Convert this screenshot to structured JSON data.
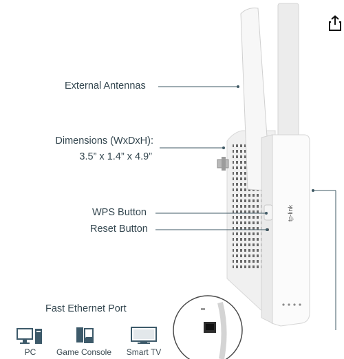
{
  "share": {
    "icon": "share-icon"
  },
  "callouts": {
    "antennas": "External Antennas",
    "dimensions_title": "Dimensions (WxDxH):",
    "dimensions_value": "3.5” x 1.4” x 4.9”",
    "wps": "WPS Button",
    "reset": "Reset Button"
  },
  "ethernet": {
    "title": "Fast Ethernet Port",
    "devices": [
      {
        "icon": "pc-icon",
        "label": "PC"
      },
      {
        "icon": "game-console-icon",
        "label": "Game Console"
      },
      {
        "icon": "smart-tv-icon",
        "label": "Smart TV"
      }
    ]
  },
  "brand": "tp-link",
  "colors": {
    "text": "#33464f",
    "line": "#3f5964",
    "device_icon": "#3d5a6a",
    "housing": "#f4f4f4"
  }
}
